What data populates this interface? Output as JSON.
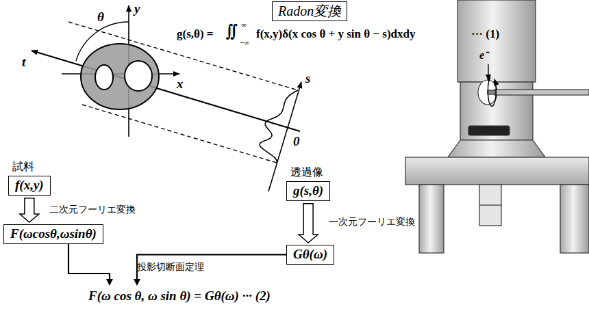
{
  "diagram": {
    "title": "Radon変換",
    "nodes": [
      {
        "text": [
          "試料",
          "f(x,y)"
        ]
      },
      {
        "text": [
          "透過像",
          "g(s,θ)"
        ]
      },
      {
        "text": [
          "F(ωcosθ,ωsinθ)"
        ]
      },
      {
        "text": [
          "Gθ(ω)"
        ]
      },
      {
        "text": [
          "F(ω cos θ, ω sin θ) = Gθ(ω) ··· (2)"
        ]
      }
    ],
    "edges": [
      {
        "from": 0,
        "to": 2,
        "arrow": "to",
        "label": "二次元フーリエ変換"
      },
      {
        "from": 1,
        "to": 3,
        "arrow": "to",
        "label": "一次元フーリエ変換"
      },
      {
        "from": 2,
        "to": 4,
        "arrow": "to"
      },
      {
        "from": 3,
        "to": 4,
        "arrow": "to",
        "label": "投影切断面定理"
      }
    ],
    "labels": [
      "g(s,θ) =",
      "∬",
      "∞",
      "−∞",
      "f(x,y)δ(x cos θ + y sin θ − s)dxdy",
      "··· (1)",
      "θ",
      "y",
      "t",
      "x",
      "s",
      "0",
      "e⁻"
    ]
  }
}
